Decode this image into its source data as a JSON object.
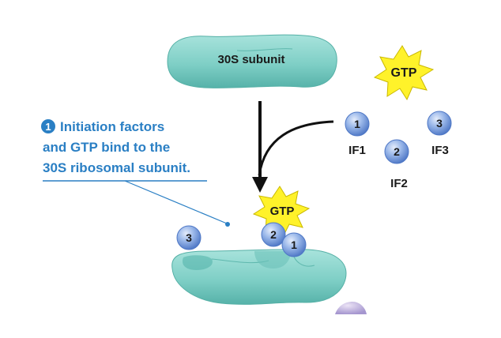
{
  "subunit": {
    "label": "30S subunit"
  },
  "gtp": {
    "free_label": "GTP",
    "bound_label": "GTP"
  },
  "factors": [
    {
      "number": "1",
      "name": "IF1"
    },
    {
      "number": "2",
      "name": "IF2"
    },
    {
      "number": "3",
      "name": "IF3"
    }
  ],
  "bound_factors": {
    "if1": "1",
    "if2": "2",
    "if3": "3"
  },
  "step": {
    "number": "1",
    "lines": [
      "Initiation factors",
      "and GTP bind to the",
      "30S ribosomal subunit."
    ]
  },
  "colors": {
    "ribosome": "#7fcfc6",
    "ribosome_dark": "#4fb0a7",
    "factor": "#8aaee6",
    "factor_dark": "#4f78c6",
    "gtp_star": "#fff22a",
    "step_text": "#2a7fc4"
  }
}
